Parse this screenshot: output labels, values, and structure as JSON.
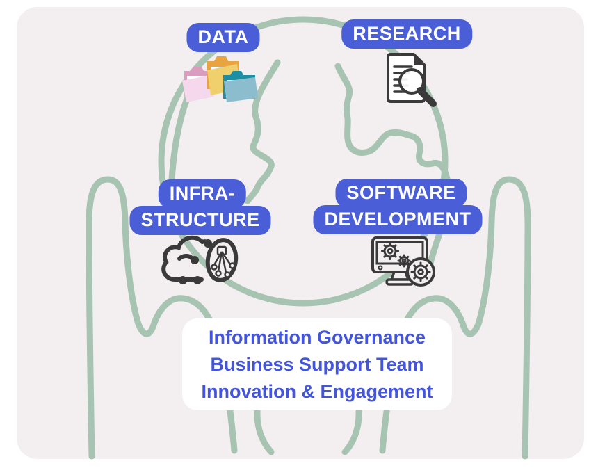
{
  "theme": {
    "outer_bg": "#ffffff",
    "panel_bg": "#f3eeef",
    "line_art_color": "#a7c3b2",
    "label_bg": "#4a5ed8",
    "label_text_color": "#ffffff",
    "footer_bg": "#ffffff",
    "footer_text_color": "#4355da",
    "icon_stroke": "#3a3a3a",
    "folder_pink_back": "#da9cbf",
    "folder_pink_front": "#f5d8ec",
    "folder_yellow_back": "#e9a440",
    "folder_yellow_front": "#f0d06c",
    "folder_blue_back": "#1e8fa2",
    "folder_blue_front": "#8cbdce"
  },
  "labels": {
    "data": "DATA",
    "research": "RESEARCH",
    "infrastructure": [
      "INFRA-",
      "STRUCTURE"
    ],
    "software": [
      "SOFTWARE",
      "DEVELOPMENT"
    ]
  },
  "icons": {
    "data": "folders-icon",
    "research": "document-search-icon",
    "infrastructure": "cloud-network-icon",
    "software": "monitor-gears-icon"
  },
  "footer": {
    "lines": [
      "Information Governance",
      "Business Support Team",
      "Innovation & Engagement"
    ]
  }
}
